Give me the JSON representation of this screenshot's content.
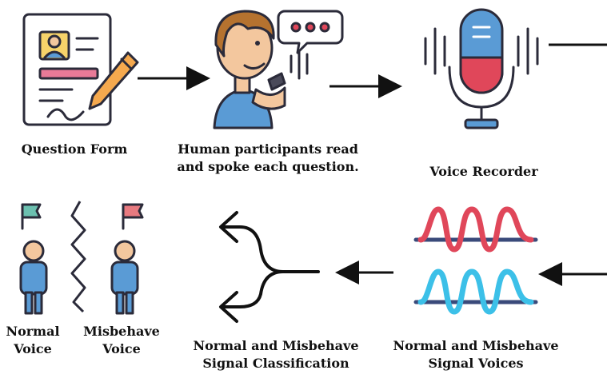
{
  "steps": {
    "question_form": {
      "label": "Question Form"
    },
    "participants": {
      "line1": "Human participants read",
      "line2": "and spoke each question."
    },
    "recorder": {
      "label": "Voice Recorder"
    },
    "signal_voices": {
      "line1": "Normal and Misbehave",
      "line2": "Signal Voices"
    },
    "classification": {
      "line1": "Normal and Misbehave",
      "line2": "Signal Classification"
    },
    "normal_voice": {
      "line1": "Normal",
      "line2": "Voice"
    },
    "misbehave_voice": {
      "line1": "Misbehave",
      "line2": "Voice"
    }
  },
  "colors": {
    "outline": "#2b2b3a",
    "blue": "#5a9bd5",
    "red": "#e0475a",
    "cyan": "#3cc0e8",
    "teal_flag": "#6cc0b0",
    "pink_flag": "#e87a80",
    "skin": "#f3c79e",
    "hair": "#b5722f"
  }
}
